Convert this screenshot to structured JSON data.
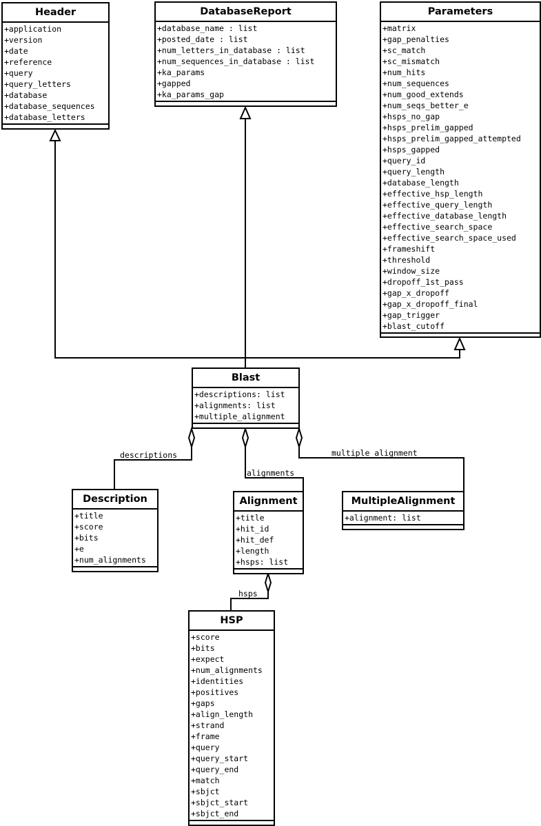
{
  "diagram": {
    "classes": {
      "header": {
        "name": "Header",
        "attributes": [
          "+application",
          "+version",
          "+date",
          "+reference",
          "+query",
          "+query_letters",
          "+database",
          "+database_sequences",
          "+database_letters"
        ]
      },
      "database_report": {
        "name": "DatabaseReport",
        "attributes": [
          "+database_name : list",
          "+posted_date : list",
          "+num_letters_in_database : list",
          "+num_sequences_in_database : list",
          "+ka_params",
          "+gapped",
          "+ka_params_gap"
        ]
      },
      "parameters": {
        "name": "Parameters",
        "attributes": [
          "+matrix",
          "+gap_penalties",
          "+sc_match",
          "+sc_mismatch",
          "+num_hits",
          "+num_sequences",
          "+num_good_extends",
          "+num_seqs_better_e",
          "+hsps_no_gap",
          "+hsps_prelim_gapped",
          "+hsps_prelim_gapped_attempted",
          "+hsps_gapped",
          "+query_id",
          "+query_length",
          "+database_length",
          "+effective_hsp_length",
          "+effective_query_length",
          "+effective_database_length",
          "+effective_search_space",
          "+effective_search_space_used",
          "+frameshift",
          "+threshold",
          "+window_size",
          "+dropoff_1st_pass",
          "+gap_x_dropoff",
          "+gap_x_dropoff_final",
          "+gap_trigger",
          "+blast_cutoff"
        ]
      },
      "blast": {
        "name": "Blast",
        "attributes": [
          "+descriptions: list",
          "+alignments: list",
          "+multiple_alignment"
        ]
      },
      "description": {
        "name": "Description",
        "attributes": [
          "+title",
          "+score",
          "+bits",
          "+e",
          "+num_alignments"
        ]
      },
      "alignment": {
        "name": "Alignment",
        "attributes": [
          "+title",
          "+hit_id",
          "+hit_def",
          "+length",
          "+hsps: list"
        ]
      },
      "multiple_alignment": {
        "name": "MultipleAlignment",
        "attributes": [
          "+alignment: list"
        ]
      },
      "hsp": {
        "name": "HSP",
        "attributes": [
          "+score",
          "+bits",
          "+expect",
          "+num_alignments",
          "+identities",
          "+positives",
          "+gaps",
          "+align_length",
          "+strand",
          "+frame",
          "+query",
          "+query_start",
          "+query_end",
          "+match",
          "+sbjct",
          "+sbjct_start",
          "+sbjct_end"
        ]
      }
    },
    "relationships": [
      {
        "type": "generalization",
        "from": "Blast",
        "to": "Header",
        "label": ""
      },
      {
        "type": "generalization",
        "from": "Blast",
        "to": "DatabaseReport",
        "label": ""
      },
      {
        "type": "generalization",
        "from": "Blast",
        "to": "Parameters",
        "label": ""
      },
      {
        "type": "aggregation",
        "whole": "Blast",
        "part": "Description",
        "label": "descriptions"
      },
      {
        "type": "aggregation",
        "whole": "Blast",
        "part": "Alignment",
        "label": "alignments"
      },
      {
        "type": "aggregation",
        "whole": "Blast",
        "part": "MultipleAlignment",
        "label": "multiple alignment"
      },
      {
        "type": "aggregation",
        "whole": "Alignment",
        "part": "HSP",
        "label": "hsps"
      }
    ],
    "colors": {
      "line": "#000000",
      "background": "#ffffff"
    }
  }
}
